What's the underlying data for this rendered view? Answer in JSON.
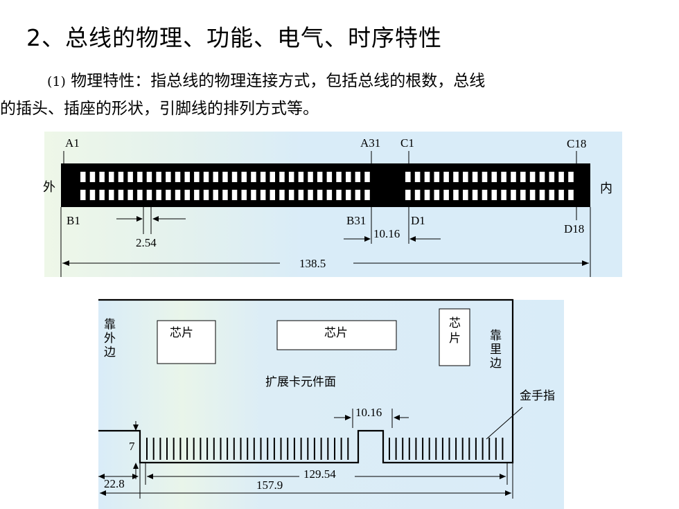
{
  "title": "2、总线的物理、功能、电气、时序特性",
  "paragraph": {
    "number": "(1)",
    "line1": "物理特性：指总线的物理连接方式，包括总线的根数，总线",
    "line2": "的插头、插座的形状，引脚线的排列方式等。"
  },
  "connector": {
    "pin_labels": {
      "a1": "A1",
      "a31": "A31",
      "c1": "C1",
      "c18": "C18",
      "b1": "B1",
      "b31": "B31",
      "d1": "D1",
      "d18": "D18"
    },
    "side_outer": "外",
    "side_inner": "内",
    "dim_pitch": "2.54",
    "dim_gap": "10.16",
    "dim_total": "138.5"
  },
  "card": {
    "chip1": "芯片",
    "chip2": "芯片",
    "chip3_top": "芯",
    "chip3_bottom": "片",
    "outer_edge": [
      "靠",
      "外",
      "边"
    ],
    "inner_edge": [
      "靠",
      "里",
      "边"
    ],
    "surface": "扩展卡元件面",
    "gold_finger": "金手指",
    "dim_notch": "10.16",
    "dim_height": "7",
    "dim_offset": "22.8",
    "dim_fingers": "129.54",
    "dim_length": "157.9"
  },
  "colors": {
    "panel_bg": "#d9ecf8",
    "panel_glow": "#eef7e8"
  }
}
